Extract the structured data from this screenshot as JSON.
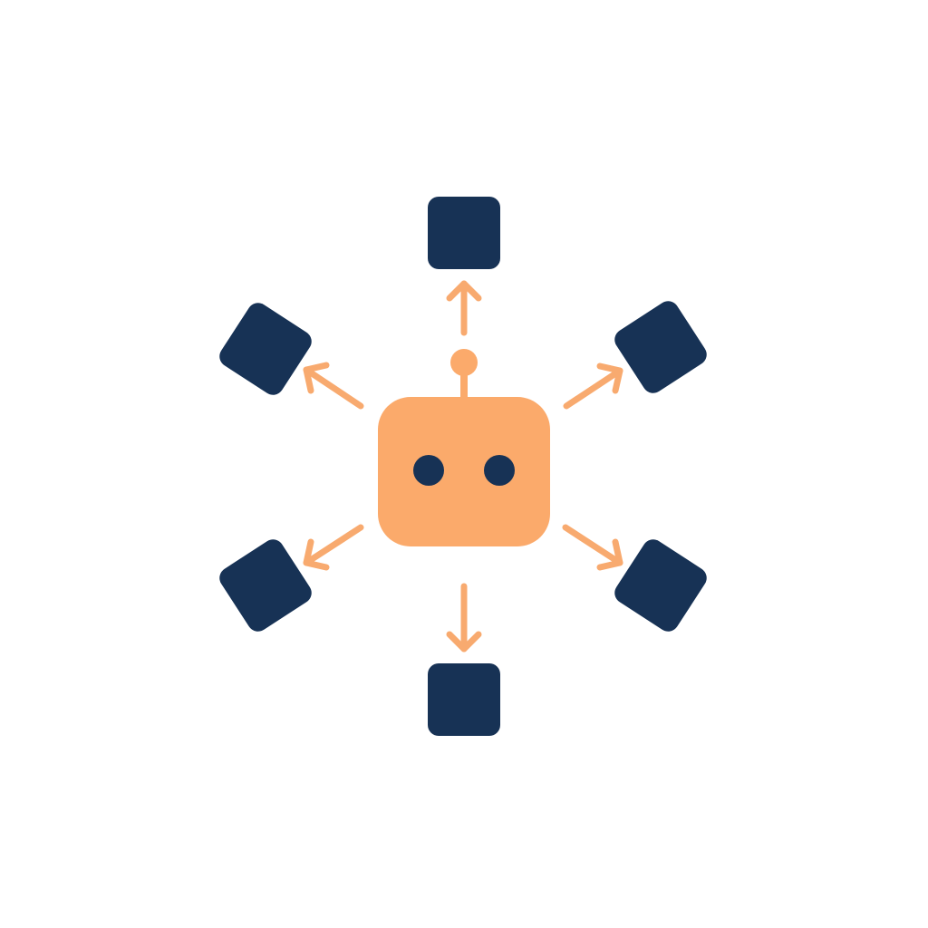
{
  "colors": {
    "background": "#ffffff",
    "robot": "#FBAA6B",
    "arrow": "#F8AA6F",
    "node": "#173255",
    "eye": "#173255"
  },
  "icons": {
    "center": "robot-icon",
    "node": "rounded-square",
    "connector": "arrow-right"
  },
  "diagram": {
    "center": "robot",
    "node_count": 6,
    "arrow_count": 6,
    "arrow_direction": "outward",
    "text": ""
  }
}
